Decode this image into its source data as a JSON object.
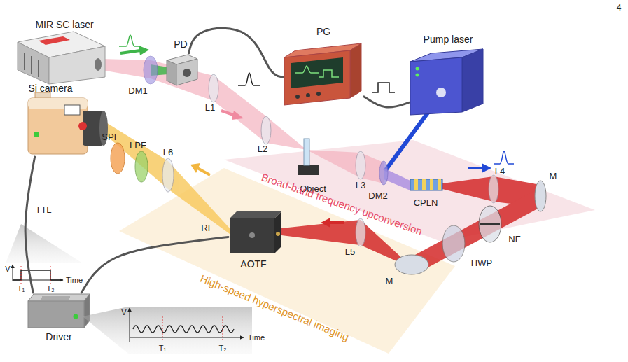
{
  "diagram": {
    "nodes": [
      {
        "text": [
          "MIR SC laser"
        ]
      },
      {
        "text": [
          "PD"
        ]
      },
      {
        "text": [
          "PG"
        ]
      },
      {
        "text": [
          "Pump laser"
        ]
      },
      {
        "text": [
          "Si camera"
        ]
      },
      {
        "text": [
          "AOTF"
        ]
      },
      {
        "text": [
          "Driver"
        ]
      }
    ],
    "edges": [
      {
        "from": 1,
        "to": 2,
        "arrow": "none"
      },
      {
        "from": 2,
        "to": 3,
        "arrow": "none"
      },
      {
        "from": 6,
        "to": 4,
        "label": "TTL",
        "arrow": "none"
      },
      {
        "from": 6,
        "to": 5,
        "label": "RF",
        "arrow": "none"
      }
    ],
    "labels": [
      "4",
      "DM1",
      "L1",
      "L2",
      "Object",
      "L3",
      "DM2",
      "CPLN",
      "L4",
      "M",
      "NF",
      "HWP",
      "M",
      "L5",
      "SPF",
      "LPF",
      "L6",
      "Broad-band frequency upconversion",
      "High-speed hyperspectral imaging",
      "V",
      "Time",
      "T₁",
      "T₂",
      "V",
      "Time",
      "T₁",
      "T₂"
    ]
  }
}
